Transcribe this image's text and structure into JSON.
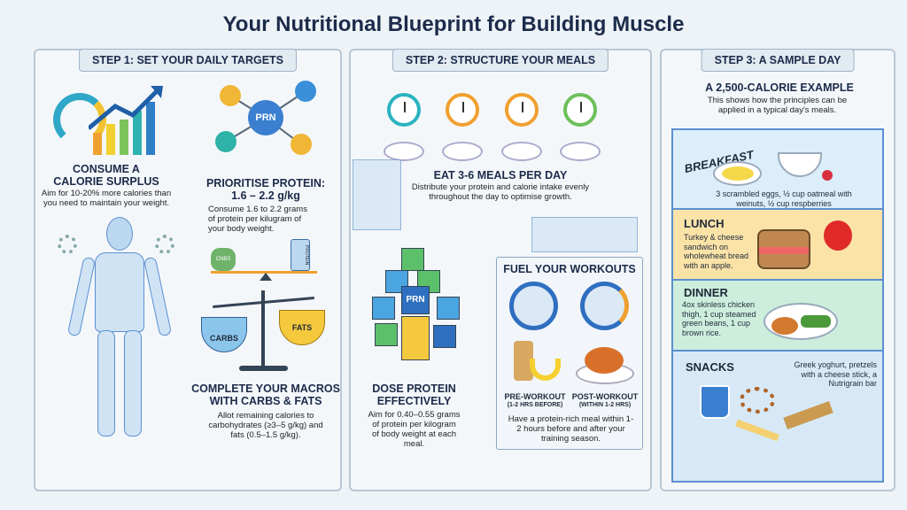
{
  "title": "Your Nutritional Blueprint for Building Muscle",
  "step1": {
    "header": "STEP 1: SET YOUR DAILY TARGETS",
    "surplus": {
      "heading1": "CONSUME A",
      "heading2": "CALORIE SURPLUS",
      "text": "Aim for 10-20% more calories than you need to maintain your weight."
    },
    "protein": {
      "heading1": "PRIORITISE PROTEIN:",
      "heading2": "1.6 – 2.2 g/kg",
      "text": "Consume 1.6 to 2.2 grams of protein per kilugram of your body weight.",
      "badge": "PRN",
      "kettlebell": "CNBS",
      "shaker": "PROTEIN"
    },
    "macros": {
      "heading1": "COMPLETE YOUR MACROS",
      "heading2": "WITH CARBS & FATS",
      "text": "Allot remaining calories to carbohydrates (≥3–5 g/kg) and fats (0.5–1.5 g/kg).",
      "carbs": "CARBS",
      "fats": "FATS"
    }
  },
  "step2": {
    "header": "STEP 2: STRUCTURE YOUR MEALS",
    "meals": {
      "heading": "EAT 3-6 MEALS PER DAY",
      "text": "Distribute your protein and calorie intake evenly throughout the day to optimise growth."
    },
    "dose": {
      "heading1": "DOSE PROTEIN",
      "heading2": "EFFECTIVELY",
      "text": "Aim for 0.40–0.55 grams of protein per kilogram of body weight at each meal.",
      "badge": "PRN"
    },
    "workouts": {
      "heading": "FUEL YOUR WORKOUTS",
      "pre": "PRE-WORKOUT",
      "pre_sub": "(1-2 HRS BEFORE)",
      "post": "POST-WORKOUT",
      "post_sub": "(WITHIN 1-2 HRS)",
      "text": "Have a protein-rich meal within 1-2 hours before and after your training season."
    }
  },
  "step3": {
    "header": "STEP 3: A SAMPLE DAY",
    "heading": "A 2,500-CALORIE EXAMPLE",
    "text": "This shows how the principles can be applied in a typical day's meals.",
    "meals": [
      {
        "name": "BREAKFAST",
        "text": "3 scrambled eggs, ½ cup oatmeal with weinuts, ½ cup respberries",
        "color": "#dbeefa"
      },
      {
        "name": "LUNCH",
        "text": "Turkey & cheese sandwich on wholewheat bread with an apple.",
        "color": "#fbe3a8"
      },
      {
        "name": "DINNER",
        "text": "4ox skinless chicken thigh, 1 cup steamed green beans, 1 cup brown rice.",
        "color": "#cdeedd"
      },
      {
        "name": "SNACKS",
        "text": "Greek yoghurt, pretzels with a cheese stick, a Nutrigrain bar",
        "color": "#d7e9f7"
      }
    ]
  }
}
